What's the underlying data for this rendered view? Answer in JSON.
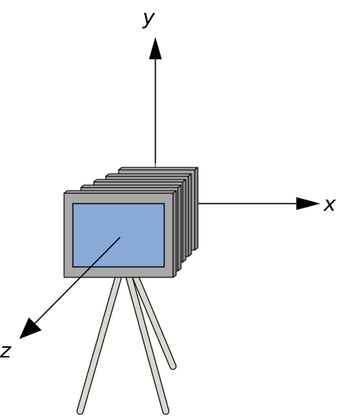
{
  "axes": {
    "x_label": "x",
    "y_label": "y",
    "z_label": "z"
  },
  "colors": {
    "background": "#ffffff",
    "stroke": "#111111",
    "axis": "#000000",
    "frame_face": "#a8a8a8",
    "frame_side": "#8c8c8c",
    "frame_top": "#c4c4c4",
    "screen": "#89a9d9",
    "tripod_leg": "#d8d8d0",
    "origin_marker": "#33c4d8"
  },
  "icons": {
    "camera": "camera-stack-icon",
    "tripod": "tripod-icon"
  }
}
